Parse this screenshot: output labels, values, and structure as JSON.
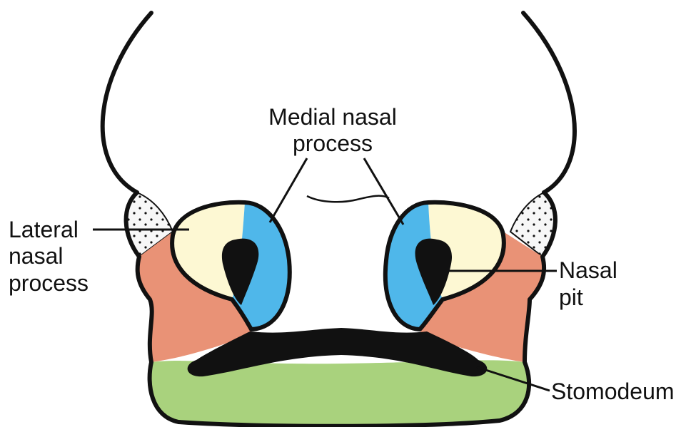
{
  "labels": {
    "medial_nasal_process_line1": "Medial nasal",
    "medial_nasal_process_line2": "process",
    "lateral_nasal_process_line1": "Lateral",
    "lateral_nasal_process_line2": "nasal",
    "lateral_nasal_process_line3": "process",
    "nasal_pit_line1": "Nasal",
    "nasal_pit_line2": "pit",
    "stomodeum": "Stomodeum"
  },
  "colors": {
    "outline": "#111111",
    "lateral_nasal_process": "#fdf8d3",
    "medial_nasal_process": "#4fb7ea",
    "maxillary_region": "#e99276",
    "mandibular_region": "#a9d27d",
    "nasal_pit": "#111111",
    "stomodeum": "#111111",
    "stippled_region": "#f4f4f4",
    "background": "#ffffff"
  }
}
